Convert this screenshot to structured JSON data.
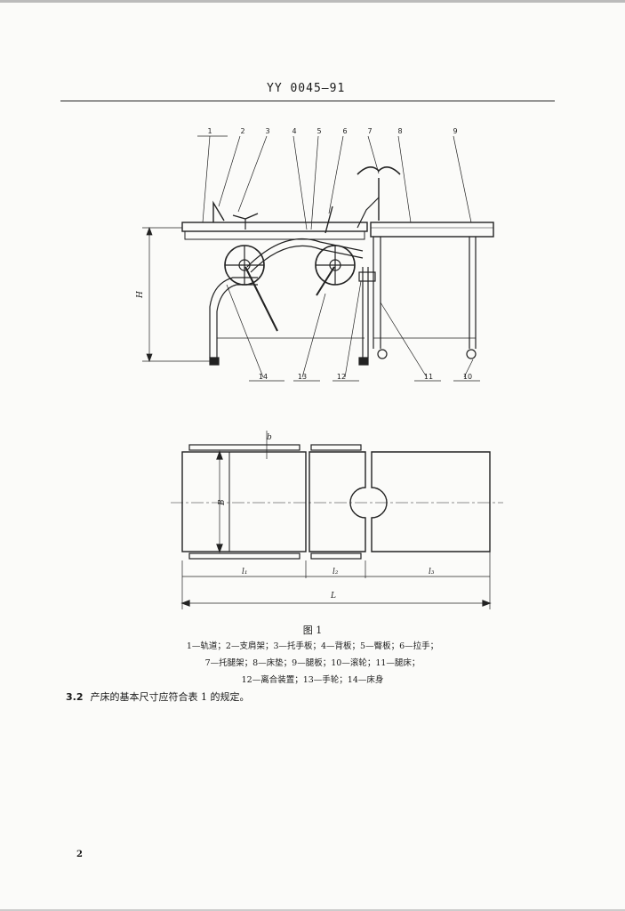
{
  "header": {
    "code": "YY 0045—91"
  },
  "callouts_top": [
    "1",
    "2",
    "3",
    "4",
    "5",
    "6",
    "7",
    "8",
    "9"
  ],
  "callouts_bottom": [
    "14",
    "13",
    "12",
    "11",
    "10"
  ],
  "dimensions_side": {
    "height": "H"
  },
  "dimensions_plan": {
    "width_b": "b",
    "width_B": "B",
    "l1": "l₁",
    "l2": "l₂",
    "l3": "l₃",
    "total": "L"
  },
  "figure": {
    "title": "图 1",
    "legend_lines": [
      "1—轨道；2—支肩架；3—托手板；4—背板；5—臀板；6—拉手；",
      "7—托腿架；8—床垫；9—腿板；10—滚轮；11—腿床；",
      "12—离合装置；13—手轮；14—床身"
    ]
  },
  "paragraph": {
    "number": "3.2",
    "text": "产床的基本尺寸应符合表 1 的规定。"
  },
  "page_number": "2"
}
